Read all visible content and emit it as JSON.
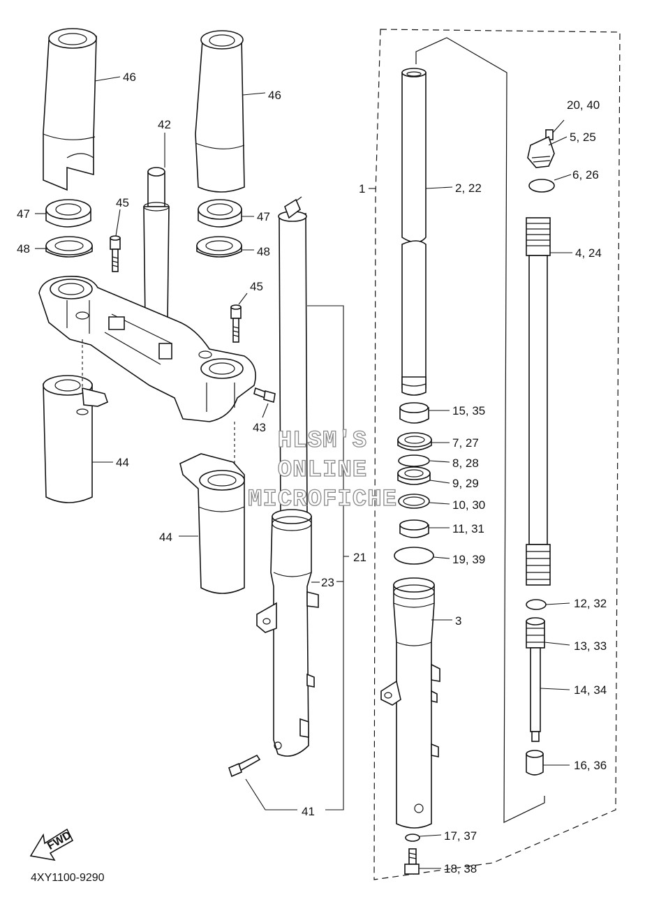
{
  "diagram_code": "4XY1100-9290",
  "fwd_label": "FWD",
  "watermark": [
    "HLSM'S",
    "ONLINE",
    "MICROFICHE"
  ],
  "callouts": {
    "c46a": "46",
    "c46b": "46",
    "c42": "42",
    "c47a": "47",
    "c47b": "47",
    "c48a": "48",
    "c48b": "48",
    "c45a": "45",
    "c45b": "45",
    "c43": "43",
    "c44a": "44",
    "c44b": "44",
    "c21": "21",
    "c23": "23",
    "c41": "41",
    "c1": "1",
    "c2_22": "2, 22",
    "c20_40": "20, 40",
    "c5_25": "5, 25",
    "c6_26": "6, 26",
    "c4_24": "4, 24",
    "c15_35": "15, 35",
    "c7_27": "7, 27",
    "c8_28": "8, 28",
    "c9_29": "9, 29",
    "c10_30": "10, 30",
    "c11_31": "11, 31",
    "c19_39": "19, 39",
    "c3": "3",
    "c12_32": "12, 32",
    "c13_33": "13, 33",
    "c14_34": "14, 34",
    "c16_36": "16, 36",
    "c17_37": "17, 37",
    "c18_38": "18, 38"
  }
}
